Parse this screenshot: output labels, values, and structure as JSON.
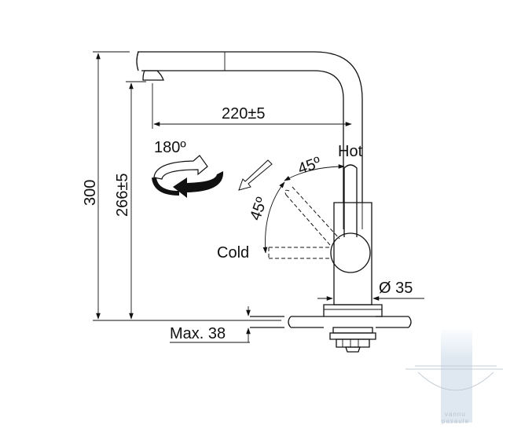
{
  "dimensions": {
    "total_height": "300",
    "spout_height": "266±5",
    "reach": "220±5",
    "max_thickness": "Max. 38",
    "diameter": "Ø 35"
  },
  "angles": {
    "swivel": "180º",
    "hot_angle": "45º",
    "cold_angle": "45º"
  },
  "labels": {
    "hot": "Hot",
    "cold": "Cold"
  },
  "watermark": {
    "line1": "vannu",
    "line2": "pasaule"
  },
  "colors": {
    "ink": "#111111",
    "watermark": "#b8c4d0",
    "watermark_bar": "#dfe8f1"
  }
}
